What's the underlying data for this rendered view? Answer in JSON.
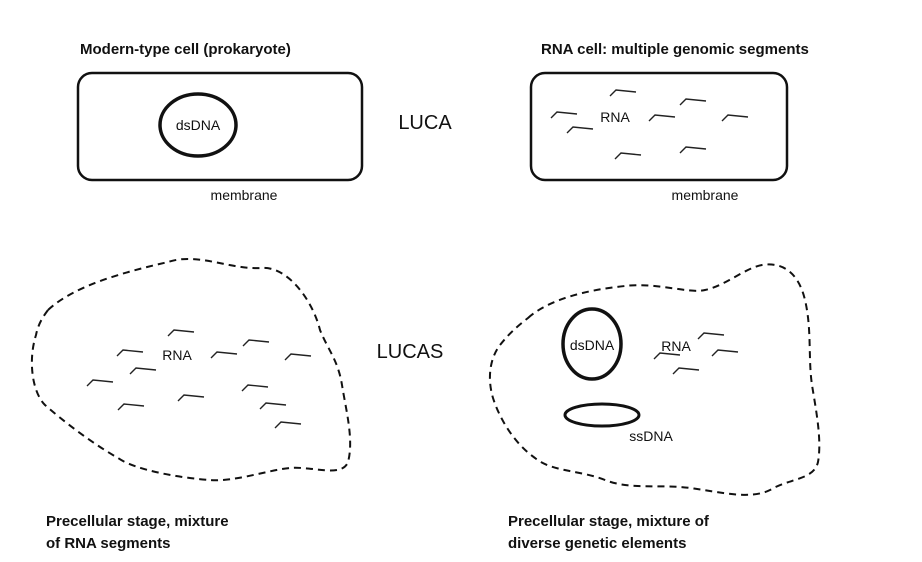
{
  "panels": {
    "modern_cell": {
      "title": "Modern-type cell (prokaryote)",
      "genome_label": "dsDNA",
      "membrane_label": "membrane"
    },
    "rna_cell": {
      "title": "RNA cell: multiple genomic segments",
      "genome_label": "RNA",
      "membrane_label": "membrane"
    },
    "precellular_rna": {
      "genome_label": "RNA",
      "caption_line1": "Precellular stage, mixture",
      "caption_line2": "of RNA segments"
    },
    "precellular_diverse": {
      "dsdna_label": "dsDNA",
      "rna_label": "RNA",
      "ssdna_label": "ssDNA",
      "caption_line1": "Precellular stage, mixture of",
      "caption_line2": "diverse genetic elements"
    }
  },
  "center_labels": {
    "luca": "LUCA",
    "lucas": "LUCAS"
  }
}
